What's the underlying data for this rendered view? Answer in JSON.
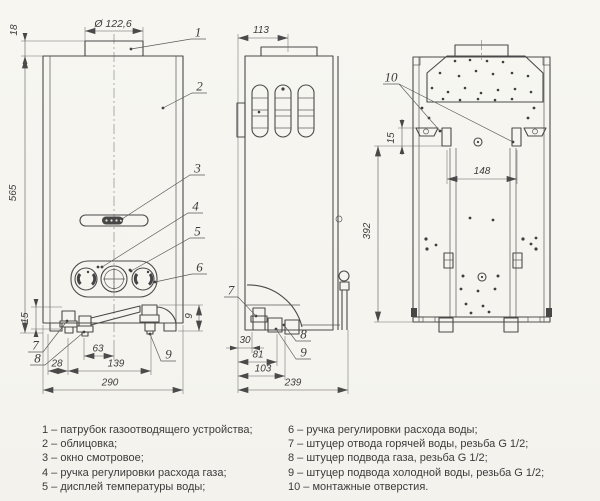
{
  "dims": {
    "front": {
      "flue_diameter": "Ø 122,6",
      "flue_height": "18",
      "height": "565",
      "bottom_left_offset": "15",
      "bottom_right_offset": "9",
      "gas_to_center": "63",
      "edge_to_hot": "28",
      "hot_to_cold": "139",
      "width": "290"
    },
    "side": {
      "top_depth": "113",
      "front_to_hot": "30",
      "front_to_gas": "81",
      "front_to_cold": "103",
      "total_depth": "239"
    },
    "back": {
      "bracket_offset": "15",
      "slot_span": "148",
      "mount_height": "392"
    }
  },
  "callouts": {
    "c1": "1",
    "c2": "2",
    "c3": "3",
    "c4": "4",
    "c5": "5",
    "c6": "6",
    "c7": "7",
    "c8": "8",
    "c9": "9",
    "c10": "10"
  },
  "legend": {
    "left": [
      "1 – патрубок газоотводящего устройства;",
      "2 – облицовка;",
      "3 – окно смотровое;",
      "4 – ручка регулировки расхода газа;",
      "5 – дисплей температуры воды;"
    ],
    "right": [
      "6 – ручка регулировки расхода воды;",
      "7 – штуцер отвода горячей воды, резьба G 1/2;",
      "8 – штуцер подвода газа, резьба G 1/2;",
      "9 – штуцер подвода холодной воды, резьба G 1/2;",
      "10 – монтажные отверстия."
    ]
  },
  "colors": {
    "paper": "#f6f5ef",
    "line": "#4a4a4a",
    "dim_text": "#3c3c3c"
  }
}
